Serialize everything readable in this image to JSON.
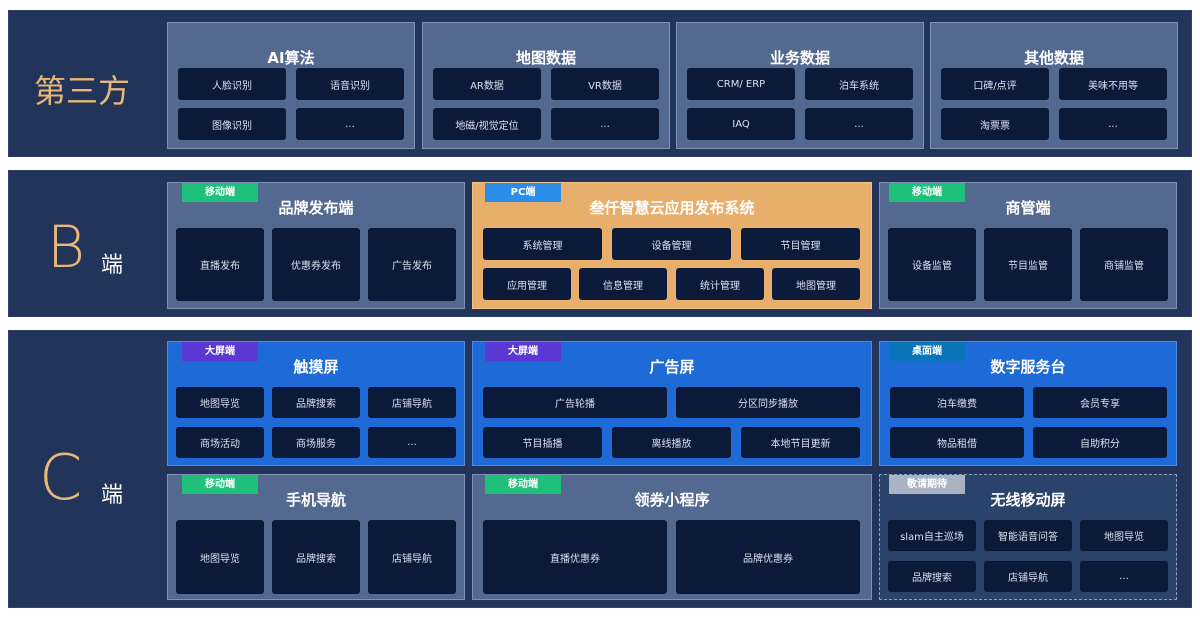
{
  "third_party": {
    "label": "第三方",
    "panels": [
      {
        "title": "AI算法",
        "items": [
          "人脸识别",
          "语音识别",
          "图像识别",
          "..."
        ]
      },
      {
        "title": "地图数据",
        "items": [
          "AR数据",
          "VR数据",
          "地磁/视觉定位",
          "..."
        ]
      },
      {
        "title": "业务数据",
        "items": [
          "CRM/ ERP",
          "泊车系统",
          "IAQ",
          "..."
        ]
      },
      {
        "title": "其他数据",
        "items": [
          "口碑/点评",
          "美味不用等",
          "淘票票",
          "..."
        ]
      }
    ]
  },
  "b_end": {
    "label_letter": "B",
    "label_suffix": "端",
    "panels": [
      {
        "tag": "移动端",
        "title": "品牌发布端",
        "items": [
          "直播发布",
          "优惠券发布",
          "广告发布"
        ]
      },
      {
        "tag": "PC端",
        "title": "叁仟智慧云应用发布系统",
        "items": [
          "系统管理",
          "设备管理",
          "节目管理",
          "应用管理",
          "信息管理",
          "统计管理",
          "地图管理"
        ]
      },
      {
        "tag": "移动端",
        "title": "商管端",
        "items": [
          "设备监管",
          "节目监管",
          "商铺监管"
        ]
      }
    ]
  },
  "c_end": {
    "label_letter": "C",
    "label_suffix": "端",
    "panels": [
      {
        "tag": "大屏端",
        "title": "触摸屏",
        "items": [
          "地图导览",
          "品牌搜索",
          "店铺导航",
          "商场活动",
          "商场服务",
          "..."
        ]
      },
      {
        "tag": "大屏端",
        "title": "广告屏",
        "items": [
          "广告轮播",
          "分区同步播放",
          "节目插播",
          "离线播放",
          "本地节目更新"
        ]
      },
      {
        "tag": "桌面端",
        "title": "数字服务台",
        "items": [
          "泊车缴费",
          "会员专享",
          "物品租借",
          "自助积分"
        ]
      },
      {
        "tag": "移动端",
        "title": "手机导航",
        "items": [
          "地图导览",
          "品牌搜索",
          "店铺导航"
        ]
      },
      {
        "tag": "移动端",
        "title": "领券小程序",
        "items": [
          "直播优惠券",
          "品牌优惠券"
        ]
      },
      {
        "tag": "敬请期待",
        "title": "无线移动屏",
        "items": [
          "slam自主巡场",
          "智能语音问答",
          "地图导览",
          "品牌搜索",
          "店铺导航",
          "..."
        ]
      }
    ]
  }
}
